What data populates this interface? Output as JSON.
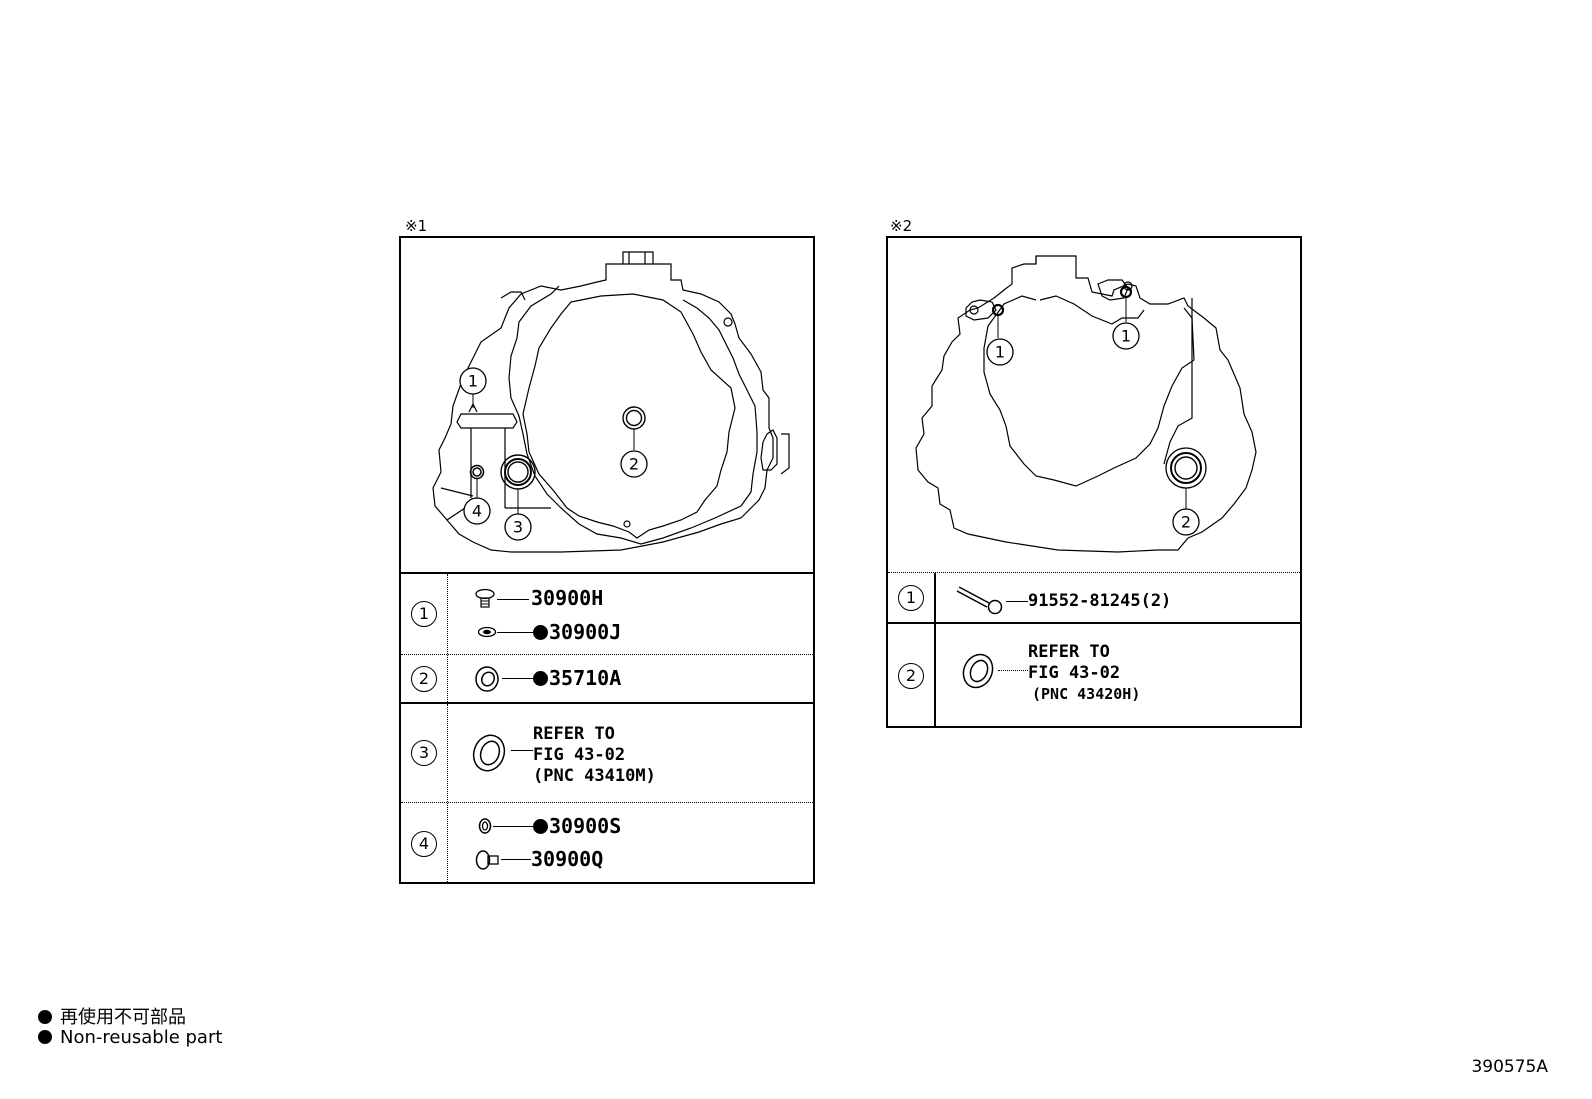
{
  "panels": [
    {
      "tag": "※1",
      "callouts": [
        "1",
        "2",
        "3",
        "4"
      ],
      "rows": [
        {
          "index": "1",
          "items": [
            {
              "icon": "drain-plug-icon",
              "part_no": "30900H",
              "non_reusable": false
            },
            {
              "icon": "gasket-washer-icon",
              "part_no": "30900J",
              "non_reusable": true
            }
          ]
        },
        {
          "index": "2",
          "items": [
            {
              "icon": "oil-seal-icon",
              "part_no": "35710A",
              "non_reusable": true
            }
          ]
        },
        {
          "index": "3",
          "refer": {
            "icon": "oil-seal-icon",
            "line1": "REFER TO",
            "line2": "FIG 43-02",
            "line3": "(PNC 43410M)"
          }
        },
        {
          "index": "4",
          "items": [
            {
              "icon": "gasket-washer-icon",
              "part_no": "30900S",
              "non_reusable": true
            },
            {
              "icon": "filler-plug-icon",
              "part_no": "30900Q",
              "non_reusable": false
            }
          ]
        }
      ]
    },
    {
      "tag": "※2",
      "callouts": [
        "1",
        "1",
        "2"
      ],
      "rows": [
        {
          "index": "1",
          "items": [
            {
              "icon": "bolt-icon",
              "part_no": "91552-81245(2)",
              "non_reusable": false
            }
          ]
        },
        {
          "index": "2",
          "refer": {
            "icon": "oil-seal-icon",
            "line1": "REFER TO",
            "line2": "FIG 43-02",
            "line3": "(PNC 43420H)"
          }
        }
      ]
    }
  ],
  "legend": {
    "line_jp": "再使用不可部品",
    "line_en": "Non-reusable part",
    "marker": "filled-circle"
  },
  "figure_id": "390575A"
}
